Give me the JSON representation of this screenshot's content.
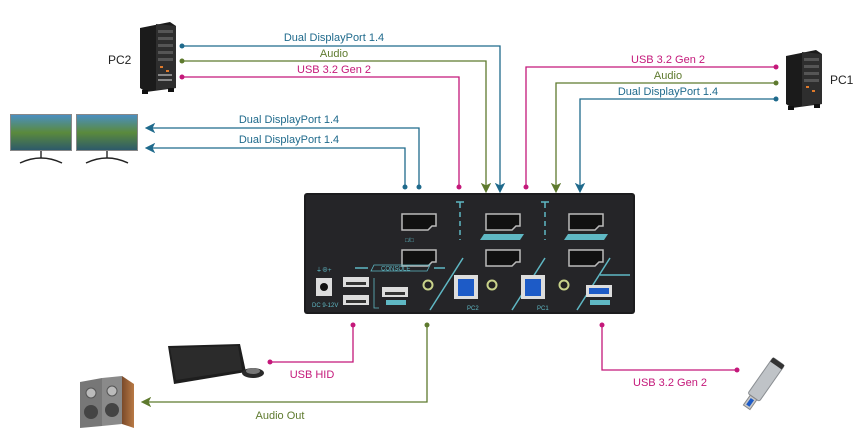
{
  "colors": {
    "displayport": "#1f6a8c",
    "audio": "#5e7a2e",
    "usb": "#c4187a"
  },
  "devices": {
    "pc2": {
      "label": "PC2",
      "icon": "tower-pc-icon"
    },
    "pc1": {
      "label": "PC1",
      "icon": "tower-pc-icon"
    },
    "monitors": {
      "icon": "dual-monitor-icon"
    },
    "keyboard_mouse": {
      "icon": "keyboard-mouse-icon"
    },
    "speakers": {
      "icon": "speakers-icon"
    },
    "usb_drive": {
      "icon": "usb-flash-drive-icon"
    },
    "kvm": {
      "icon": "kvm-switch-rear-panel"
    }
  },
  "connections": {
    "pc2_dp": "Dual DisplayPort 1.4",
    "pc2_audio": "Audio",
    "pc2_usb": "USB 3.2 Gen 2",
    "pc1_usb": "USB 3.2 Gen 2",
    "pc1_audio": "Audio",
    "pc1_dp": "Dual DisplayPort 1.4",
    "monitor_dp_1": "Dual DisplayPort 1.4",
    "monitor_dp_2": "Dual DisplayPort 1.4",
    "usb_hid": "USB HID",
    "audio_out": "Audio Out",
    "usb_out": "USB 3.2 Gen 2"
  },
  "panel": {
    "console": "CONSOLE",
    "pc2": "PC2",
    "pc1": "PC1",
    "power": "DC 9-12V"
  }
}
